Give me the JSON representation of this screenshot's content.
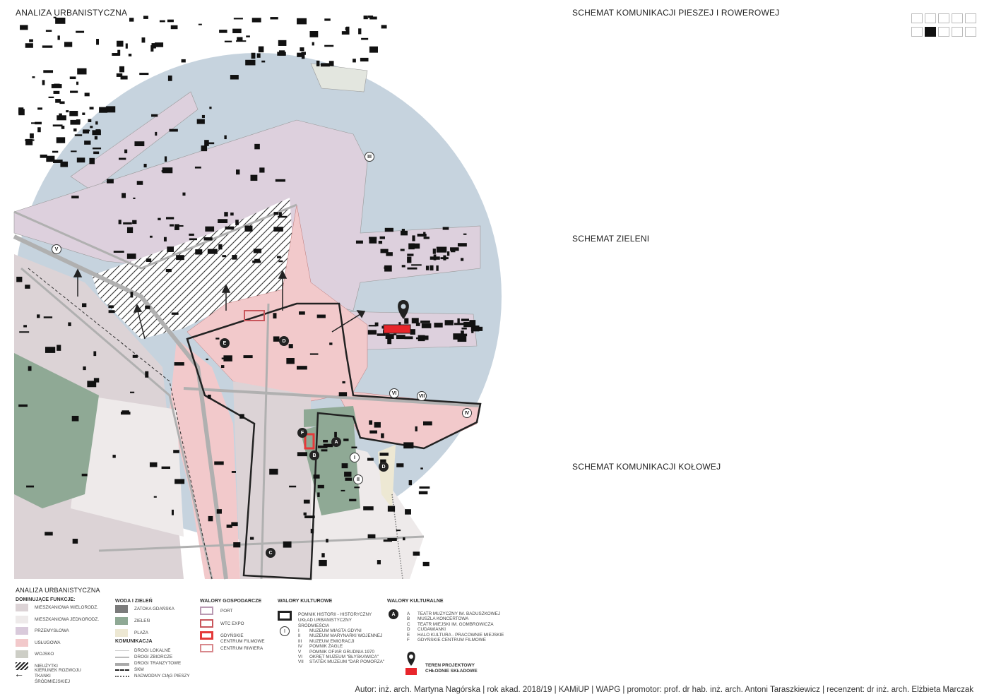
{
  "main_map": {
    "title": "ANALIZA URBANISTYCZNA",
    "roman_markers": [
      "III",
      "V",
      "VI",
      "VII",
      "IV",
      "I",
      "II"
    ],
    "letter_markers": [
      "E",
      "D",
      "F",
      "A",
      "B",
      "D",
      "C"
    ]
  },
  "schemes": [
    {
      "title": "SCHEMAT KOMUNIKACJI PIESZEJ I ROWEROWEJ",
      "accent": "#e9b68c"
    },
    {
      "title": "SCHEMAT ZIELENI",
      "accent": "#9fcf7a"
    },
    {
      "title": "SCHEMAT KOMUNIKACJI KOŁOWEJ",
      "accent": "#8d8d8d"
    }
  ],
  "page_navigator": {
    "total": 10,
    "active_index": 6
  },
  "legend": {
    "title": "ANALIZA URBANISTYCZNA",
    "functions_title": "DOMINUJĄCE FUNKCJE:",
    "functions": [
      {
        "label": "MIESZKANIOWA WIELORODZ.",
        "color": "#dcd3d6"
      },
      {
        "label": "MIESZKANIOWA JEDNORODZ.",
        "color": "#eeeaea"
      },
      {
        "label": "PRZEMYSŁOWA",
        "color": "#d9cadb"
      },
      {
        "label": "USŁUGOWA",
        "color": "#f2c9cb"
      },
      {
        "label": "WOJSKO",
        "color": "#cdcec6"
      },
      {
        "label": "NIEUŻYTKI",
        "color": "hatch"
      }
    ],
    "direction_label": "KIERUNEK ROZWOJU TKANKI ŚRÓDMIEJSKIEJ",
    "water_title": "WODA I ZIELEŃ",
    "water": [
      {
        "label": "ZATOKA GDAŃSKA",
        "color": "#7b7b7b"
      },
      {
        "label": "ZIELEŃ",
        "color": "#8fa995"
      },
      {
        "label": "PLAŻA",
        "color": "#ede8d3"
      }
    ],
    "transport_title": "KOMUNIKACJA",
    "transport": [
      "DROGI LOKALNE",
      "DROGI ZBIORCZE",
      "DROGI TRANZYTOWE",
      "SKM",
      "NADWODNY CIĄG PIESZY"
    ],
    "economic_title": "WALORY GOSPODARCZE",
    "economic": [
      {
        "label": "PORT",
        "color": "#b99ab3"
      },
      {
        "label": "WTC EXPO",
        "color": "#c8565c"
      },
      {
        "label": "GDYŃSKIE CENTRUM FILMOWE",
        "color": "#e43a3a"
      },
      {
        "label": "CENTRUM RIWIERA",
        "color": "#d8888c"
      }
    ],
    "heritage_title": "WALORY KULTUROWE",
    "heritage_box_label": "POMNIK HISTORII - HISTORYCZNY UKŁAD URBANISTYCZNY ŚRÓDMIEŚCIA",
    "heritage_marker": "I",
    "museums": [
      {
        "num": "I",
        "label": "MUZEUM MIASTA GDYNI"
      },
      {
        "num": "II",
        "label": "MUZEUM MARYNARKI WOJENNEJ"
      },
      {
        "num": "III",
        "label": "MUZEUM EMIGRACJI"
      },
      {
        "num": "IV",
        "label": "POMNIK ŻAGLE"
      },
      {
        "num": "V",
        "label": "POMNIK OFIAR GRUDNIA 1970"
      },
      {
        "num": "VI",
        "label": "OKRĘT MUZEUM \"BŁYSKAWICA\""
      },
      {
        "num": "VII",
        "label": "STATEK MUZEUM \"DAR POMORZA\""
      }
    ],
    "cultural_title": "WALORY KULTURALNE",
    "cultural_marker": "A",
    "cultural": [
      {
        "num": "A",
        "label": "TEATR MUZYCZNY IM. BADUSZKOWEJ"
      },
      {
        "num": "B",
        "label": "MUSZLA KONCERTOWA"
      },
      {
        "num": "C",
        "label": "TEATR MIEJSKI IM. GOMBROWICZA"
      },
      {
        "num": "D",
        "label": "CUDAWIANKI"
      },
      {
        "num": "E",
        "label": "HALO KULTURA - PRACOWNIE MIEJSKIE"
      },
      {
        "num": "F",
        "label": "GDYŃSKIE CENTRUM FILMOWE"
      }
    ],
    "project_label_1": "TEREN PROJEKTOWY",
    "project_label_2": "CHŁODNIE SKŁADOWE",
    "project_color": "#e8252b"
  },
  "footer": "Autor: inż. arch. Martyna Nagórska | rok akad. 2018/19 | KAMiUP | WAPG | promotor: prof. dr hab. inż. arch. Antoni Taraszkiewicz | recenzent: dr inż. arch. Elżbieta Marczak"
}
